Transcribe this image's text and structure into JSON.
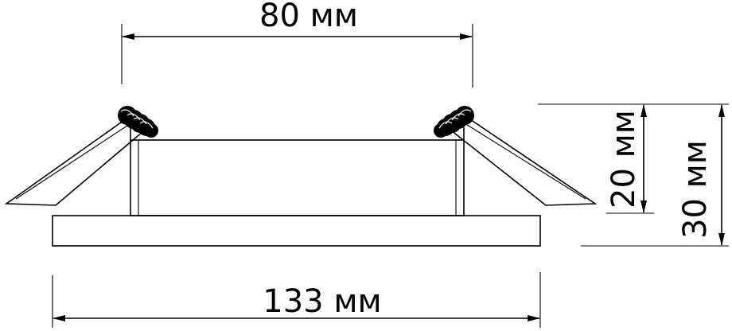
{
  "dimensions": {
    "top_width": "80 мм",
    "bottom_width": "133 мм",
    "inner_height": "20 мм",
    "total_height": "30 мм"
  },
  "colors": {
    "line": "#000000",
    "background": "#ffffff"
  }
}
